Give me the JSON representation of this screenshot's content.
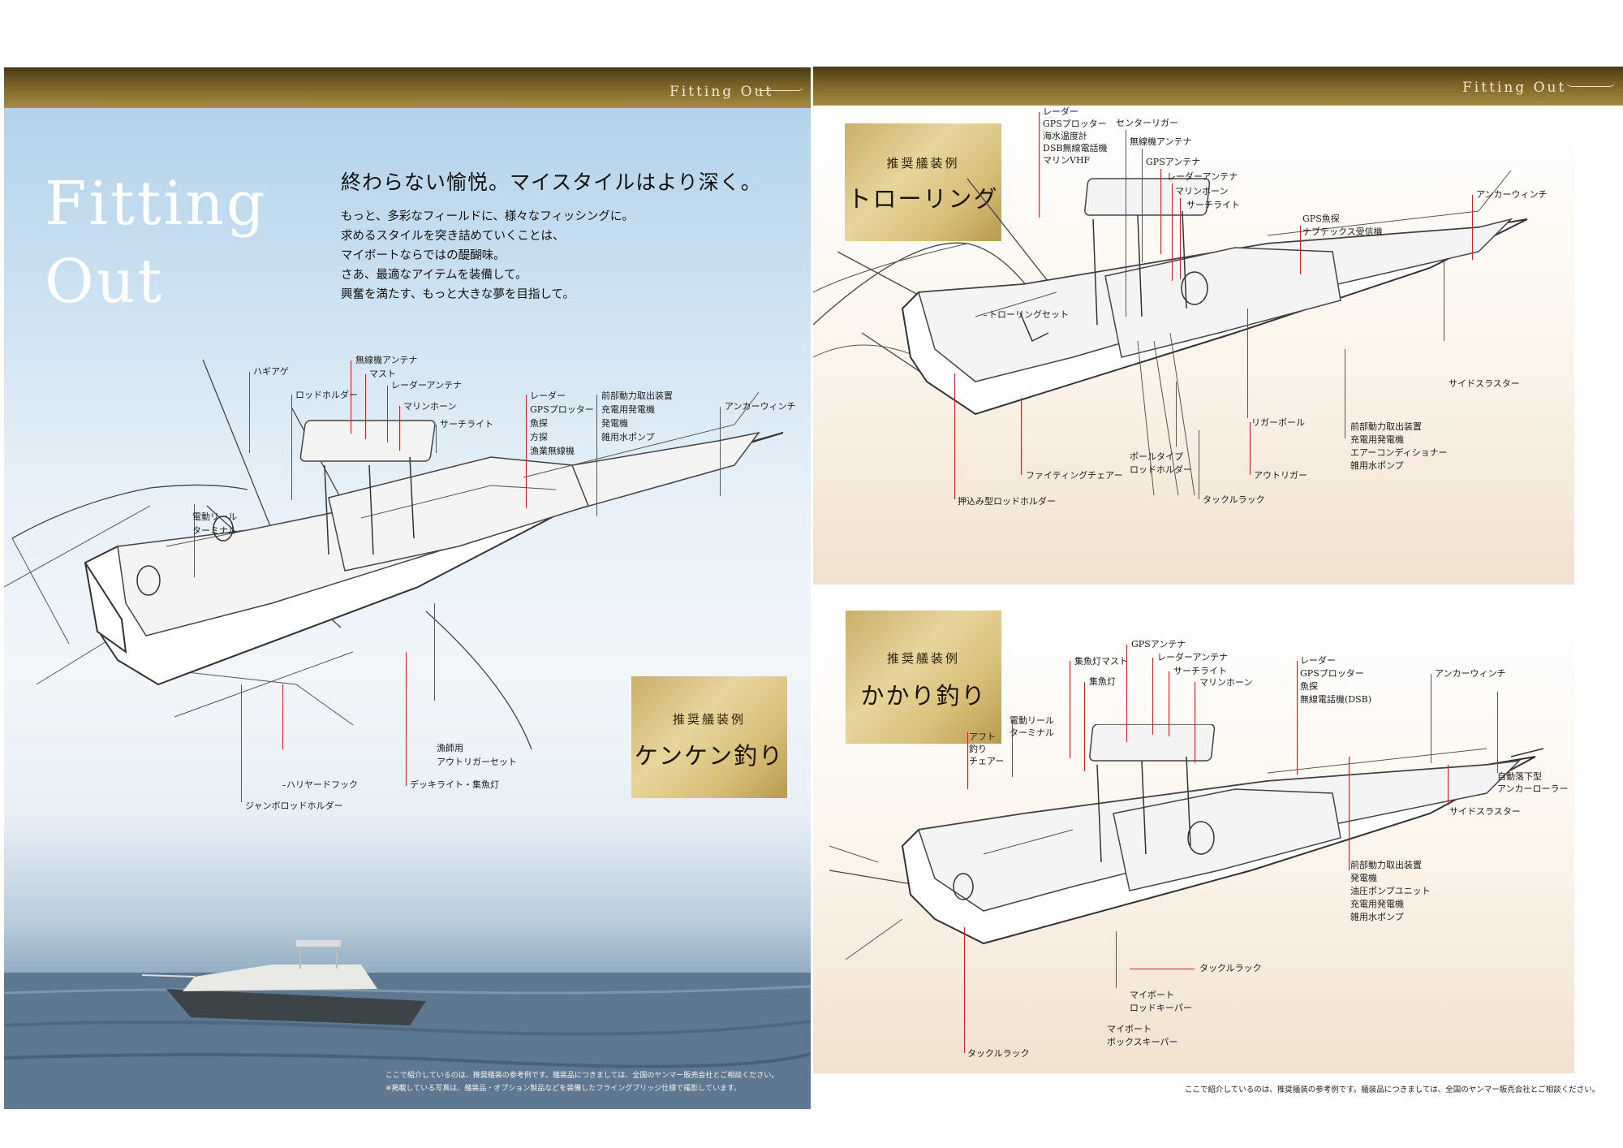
{
  "header": {
    "title": "Fitting Out"
  },
  "left": {
    "big_title_1": "Fitting",
    "big_title_2": "Out",
    "headline": "終わらない愉悦。マイスタイルはより深く。",
    "body": [
      "もっと、多彩なフィールドに、様々なフィッシングに。",
      "求めるスタイルを突き詰めていくことは、",
      "マイボートならではの醍醐味。",
      "さあ、最適なアイテムを装備して。",
      "興奮を満たす、もっと大きな夢を目指して。"
    ],
    "box": {
      "sub": "推奨艤装例",
      "main": "ケンケン釣り"
    },
    "labels": {
      "l1": "無線機アンテナ",
      "l2": "マスト",
      "l3": "ハギアゲ",
      "l4": "レーダーアンテナ",
      "l5": "ロッドホルダー",
      "l6": "マリンホーン",
      "l7": "サーチライト",
      "l8": [
        "レーダー",
        "GPSプロッター",
        "魚探",
        "方探",
        "漁業無線機"
      ],
      "l9": [
        "前部動力取出装置",
        "充電用発電機",
        "発電機",
        "雑用水ポンプ"
      ],
      "l10": "アンカーウィンチ",
      "l11": [
        "電動リール",
        "ターミナル"
      ],
      "l12": [
        "漁師用",
        "アウトリガーセット"
      ],
      "l13": "ハリヤードフック",
      "l14": "デッキライト・集魚灯",
      "l15": "ジャンボロッドホルダー"
    },
    "notes": [
      "ここで紹介しているのは、推奨艤装の参考例です。艤装品につきましては、全国のヤンマー販売会社とご相談ください。",
      "※掲載している写真は、艤装品・オプション製品などを装備したフライングブリッジ仕様で撮影しています。"
    ]
  },
  "trolling": {
    "box": {
      "sub": "推奨艤装例",
      "main": "トローリング"
    },
    "labels": {
      "t1": [
        "レーダー",
        "GPSプロッター",
        "海水温度計",
        "DSB無線電話機",
        "マリンVHF"
      ],
      "t2": "センターリガー",
      "t3": "無線機アンテナ",
      "t4": "GPSアンテナ",
      "t5": "レーダーアンテナ",
      "t6": "マリンホーン",
      "t7": "サーチライト",
      "t8": [
        "GPS魚探",
        "ナブテックス受信機"
      ],
      "t9": "アンカーウィンチ",
      "t10": "トローリングセット",
      "t11": "サイドスラスター",
      "t12": "リガーボール",
      "t13": [
        "前部動力取出装置",
        "充電用発電機",
        "エアーコンディショナー",
        "雑用水ポンプ"
      ],
      "t14": [
        "ポールタイプ",
        "ロッドホルダー"
      ],
      "t15": "ファイティングチェアー",
      "t16": "アウトリガー",
      "t17": "タックルラック",
      "t18": "押込み型ロッドホルダー"
    }
  },
  "kakari": {
    "box": {
      "sub": "推奨艤装例",
      "main": "かかり釣り"
    },
    "labels": {
      "k1": "GPSアンテナ",
      "k2": "集魚灯マスト",
      "k3": "レーダーアンテナ",
      "k4": "サーチライト",
      "k5": "集魚灯",
      "k6": "マリンホーン",
      "k7": [
        "レーダー",
        "GPSプロッター",
        "魚探",
        "無線電話機(DSB)"
      ],
      "k8": "アンカーウィンチ",
      "k9": [
        "電動リール",
        "ターミナル"
      ],
      "k10": [
        "アフト",
        "釣り",
        "チェアー"
      ],
      "k11": [
        "自動落下型",
        "アンカーローラー"
      ],
      "k12": "サイドスラスター",
      "k13": [
        "前部動力取出装置",
        "発電機",
        "油圧ポンプユニット",
        "充電用発電機",
        "雑用水ポンプ"
      ],
      "k14": "タックルラック",
      "k15": [
        "マイボート",
        "ロッドキーパー"
      ],
      "k16": [
        "マイボート",
        "ボックスキーパー"
      ],
      "k17": "タックルラック"
    }
  },
  "footer_note": "ここで紹介しているのは、推奨艤装の参考例です。艤装品につきましては、全国のヤンマー販売会社とご相談ください。",
  "colors": {
    "leader": "#c6262a",
    "gold": "#d4bc78",
    "header": "#6b5520"
  }
}
